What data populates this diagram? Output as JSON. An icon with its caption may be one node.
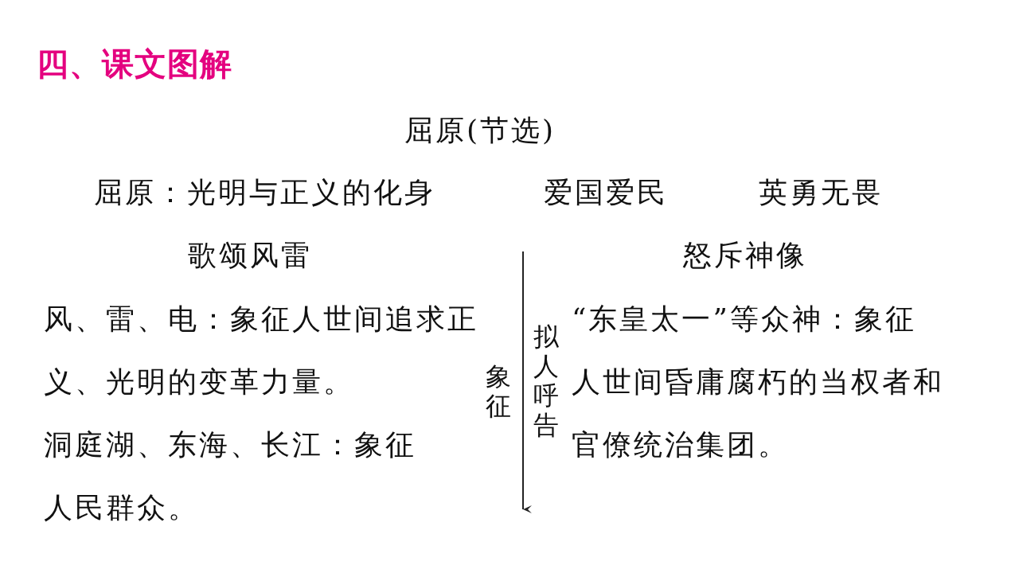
{
  "diagram": {
    "title": "四、课文图解",
    "labels": [
      "屈原(节选)",
      "屈原：光明与正义的化身",
      "爱国爱民",
      "英勇无畏",
      "歌颂风雷",
      "怒斥神像",
      "风、雷、电：象征人世间追求正义、光明的变革力量。",
      "洞庭湖、东海、长江：象征人民群众。",
      "象征",
      "拟人呼告",
      "“东皇太一”等众神：象征人世间昏庸腐朽的当权者和官僚统治集团。"
    ]
  }
}
